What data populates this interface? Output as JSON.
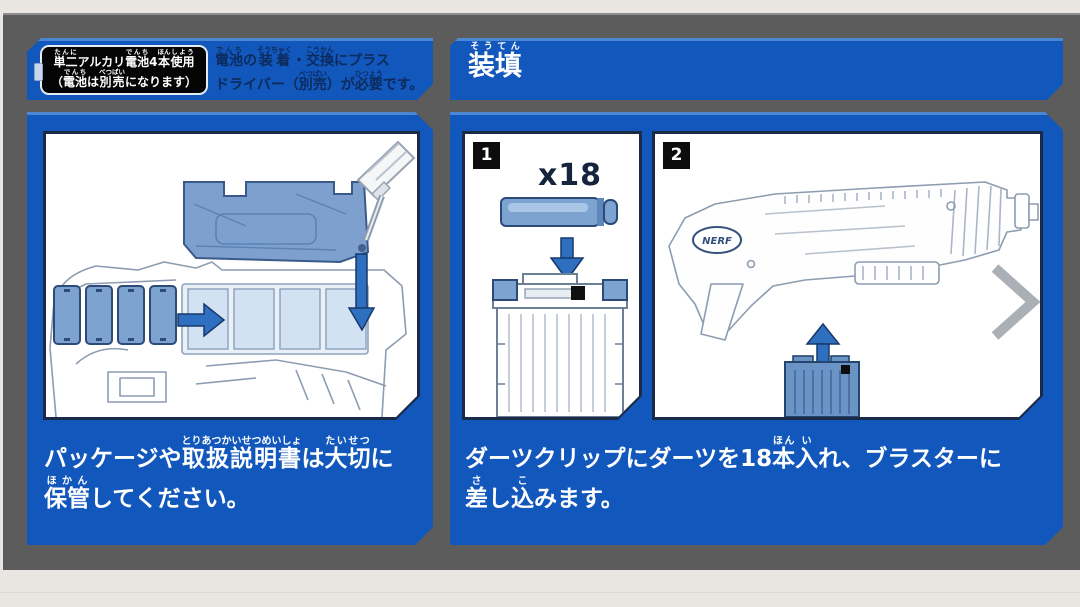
{
  "colors": {
    "band_blue": "#1257bb",
    "band_highlight": "#4b87d3",
    "backdrop_gray": "#5c5c5c",
    "page_white": "#e9e6e2",
    "panel_border_navy": "#1b2b47",
    "note_text_navy": "#0d2a5c",
    "steel_blue": "#7da3d0",
    "arrow_blue": "#2e6fc0",
    "outline_gray": "#8d9cb0"
  },
  "battery_note": {
    "box": {
      "line1": [
        {
          "base": "単二",
          "ruby": "たんに"
        },
        {
          "base": "アルカリ",
          "ruby": ""
        },
        {
          "base": "電池",
          "ruby": "でんち"
        },
        {
          "base": "4",
          "ruby": ""
        },
        {
          "base": "本",
          "ruby": "ほん"
        },
        {
          "base": "使用",
          "ruby": "しよう"
        }
      ],
      "line2": [
        {
          "base": "（",
          "ruby": ""
        },
        {
          "base": "電池",
          "ruby": "でんち"
        },
        {
          "base": "は",
          "ruby": ""
        },
        {
          "base": "別売",
          "ruby": "べつばい"
        },
        {
          "base": "になります）",
          "ruby": ""
        }
      ]
    },
    "side": {
      "line1": [
        {
          "base": "電池",
          "ruby": "でんち"
        },
        {
          "base": "の",
          "ruby": ""
        },
        {
          "base": "装着",
          "ruby": "そうちゃく"
        },
        {
          "base": "・",
          "ruby": ""
        },
        {
          "base": "交換",
          "ruby": "こうかん"
        },
        {
          "base": "にプラス",
          "ruby": ""
        }
      ],
      "line2": [
        {
          "base": "ドライバー（",
          "ruby": ""
        },
        {
          "base": "別売",
          "ruby": "べつばい"
        },
        {
          "base": "）が",
          "ruby": ""
        },
        {
          "base": "必要",
          "ruby": "ひつよう"
        },
        {
          "base": "です。",
          "ruby": ""
        }
      ]
    }
  },
  "loading_section": {
    "title": [
      {
        "base": "装填",
        "ruby": "そうてん"
      }
    ]
  },
  "left_panel": {
    "caption": {
      "line1": [
        {
          "base": "パッケージや",
          "ruby": ""
        },
        {
          "base": "取扱説明書",
          "ruby": "とりあつかいせつめいしょ"
        },
        {
          "base": "は",
          "ruby": ""
        },
        {
          "base": "大切",
          "ruby": "たいせつ"
        },
        {
          "base": "に",
          "ruby": ""
        }
      ],
      "line2": [
        {
          "base": "保管",
          "ruby": "ほかん"
        },
        {
          "base": "してください。",
          "ruby": ""
        }
      ]
    }
  },
  "steps": {
    "step1": {
      "number": "1",
      "dart_count_label": "x18"
    },
    "step2": {
      "number": "2",
      "blaster_logo": "NERF"
    }
  },
  "right_panel": {
    "caption": {
      "line1": [
        {
          "base": "ダーツクリップにダーツを18",
          "ruby": ""
        },
        {
          "base": "本",
          "ruby": "ほん"
        },
        {
          "base": "入",
          "ruby": "い"
        },
        {
          "base": "れ、ブラスターに",
          "ruby": ""
        }
      ],
      "line2": [
        {
          "base": "差",
          "ruby": "さ"
        },
        {
          "base": "し",
          "ruby": ""
        },
        {
          "base": "込",
          "ruby": "こ"
        },
        {
          "base": "みます。",
          "ruby": ""
        }
      ]
    }
  }
}
